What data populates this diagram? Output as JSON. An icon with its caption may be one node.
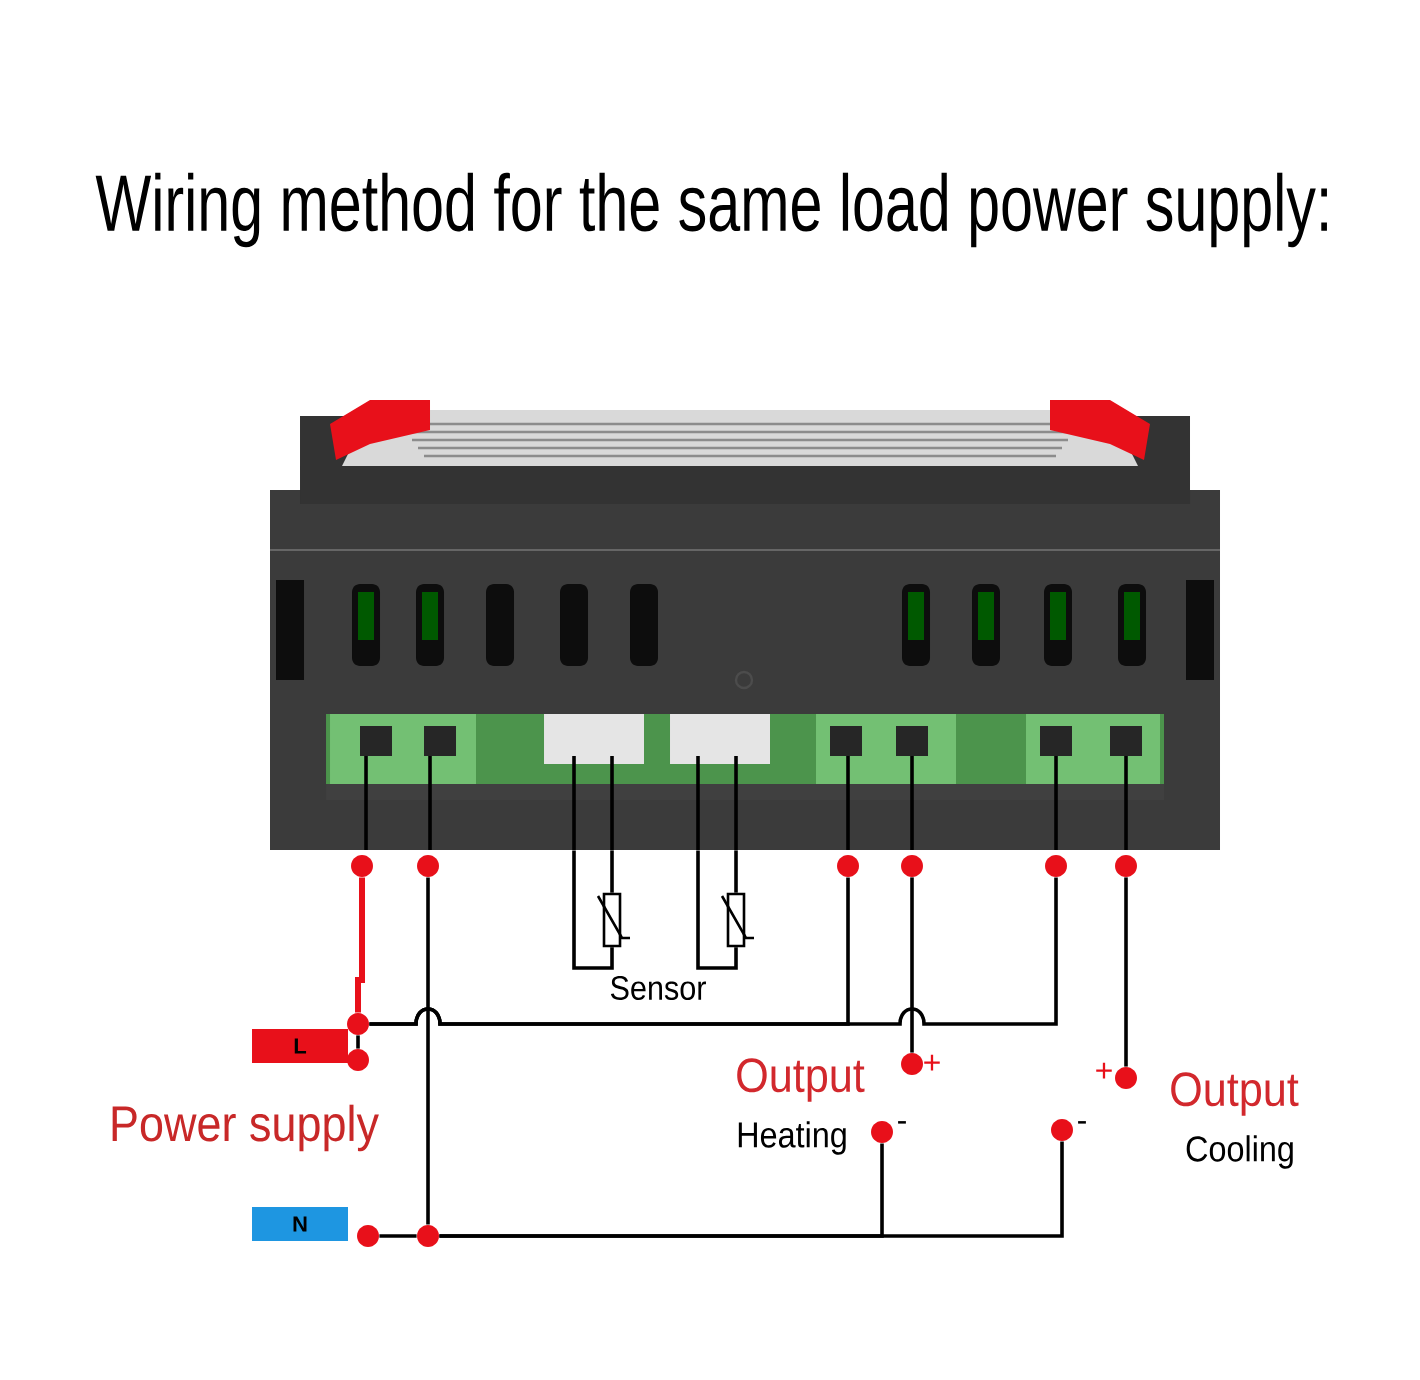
{
  "diagram": {
    "title": "Wiring method for the same load power supply:",
    "nodes": [
      {
        "text": [],
        "shape": "picture"
      },
      {
        "text": [],
        "shape": "circle"
      },
      {
        "text": [],
        "shape": "circle"
      },
      {
        "text": [],
        "shape": "circle"
      },
      {
        "text": [],
        "shape": "circle"
      },
      {
        "text": [],
        "shape": "circle"
      },
      {
        "text": [],
        "shape": "circle"
      },
      {
        "text": [
          "L"
        ]
      },
      {
        "text": [
          "N"
        ]
      },
      {
        "text": [],
        "shape": "thermistor"
      },
      {
        "text": [],
        "shape": "thermistor"
      },
      {
        "text": [],
        "shape": "circle",
        "beside": [
          "+"
        ]
      },
      {
        "text": [],
        "shape": "circle",
        "beside": [
          "-"
        ]
      },
      {
        "text": [],
        "shape": "circle",
        "beside": [
          "+"
        ]
      },
      {
        "text": [],
        "shape": "circle",
        "beside": [
          "-"
        ]
      },
      {
        "text": [],
        "shape": "circle"
      },
      {
        "text": [],
        "shape": "circle"
      },
      {
        "text": [],
        "shape": "circle"
      },
      {
        "text": [],
        "shape": "circle"
      }
    ],
    "edges": [
      {
        "from": 1,
        "to": 15,
        "arrow": "none",
        "color": "#e8101a"
      },
      {
        "from": 2,
        "to": 18,
        "arrow": "none"
      },
      {
        "from": 0,
        "to": 9,
        "arrow": "none"
      },
      {
        "from": 0,
        "to": 9,
        "arrow": "none"
      },
      {
        "from": 0,
        "to": 10,
        "arrow": "none"
      },
      {
        "from": 0,
        "to": 10,
        "arrow": "none"
      },
      {
        "from": 5,
        "to": 15,
        "arrow": "none"
      },
      {
        "from": 3,
        "to": 15,
        "arrow": "none"
      },
      {
        "from": 4,
        "to": 11,
        "arrow": "none"
      },
      {
        "from": 6,
        "to": 13,
        "arrow": "none"
      },
      {
        "from": 12,
        "to": 18,
        "arrow": "none"
      },
      {
        "from": 14,
        "to": 18,
        "arrow": "none"
      },
      {
        "from": 15,
        "to": 16,
        "arrow": "none"
      },
      {
        "from": 18,
        "to": 17,
        "arrow": "none"
      }
    ],
    "labels": [
      "Sensor",
      "Power supply",
      "Output",
      "Heating",
      "Output",
      "Cooling"
    ]
  }
}
